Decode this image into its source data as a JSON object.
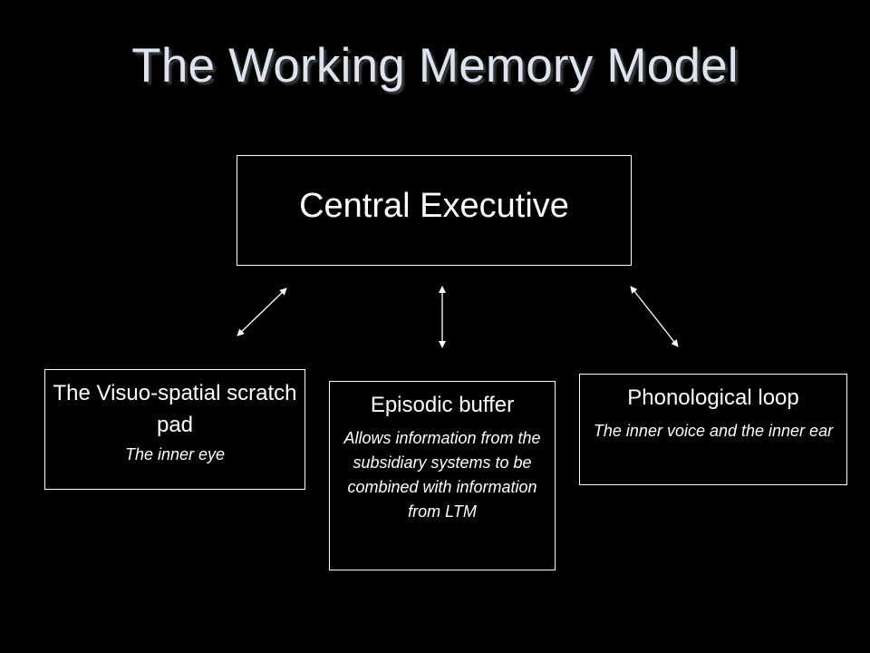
{
  "slide": {
    "title": "The Working Memory Model"
  },
  "central_executive": {
    "label": "Central Executive"
  },
  "visuo_spatial": {
    "title": "The Visuo-spatial scratch pad",
    "description": "The inner eye"
  },
  "episodic_buffer": {
    "title": "Episodic buffer",
    "description": "Allows information from the subsidiary systems to be combined with information from LTM"
  },
  "phonological_loop": {
    "title": "Phonological loop",
    "description": "The inner voice and the inner ear"
  },
  "colors": {
    "background": "#000000",
    "title_text": "#dde4f0",
    "box_border": "#ffffff",
    "arrow": "#ffffff"
  }
}
